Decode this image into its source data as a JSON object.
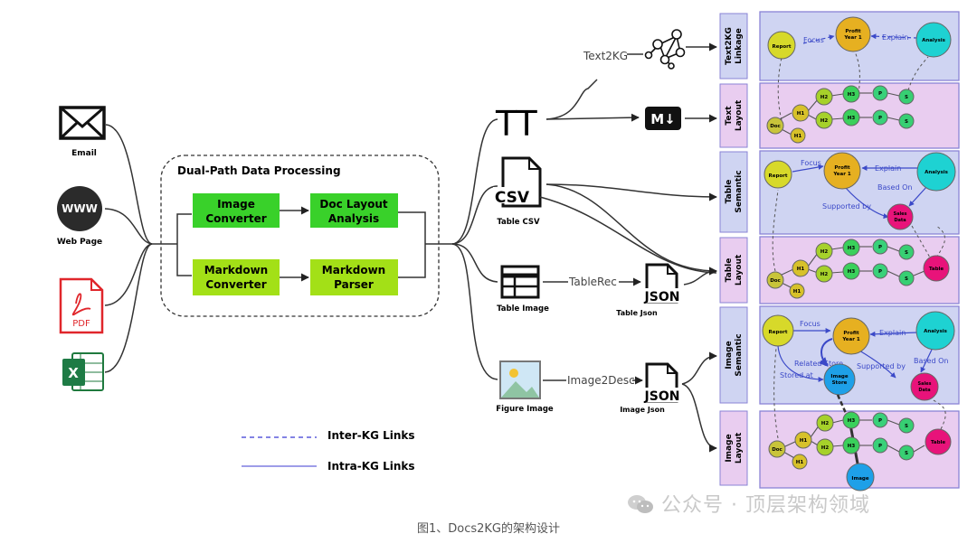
{
  "sources": [
    {
      "label": "Email",
      "icon": "envelope-icon"
    },
    {
      "label": "Web Page",
      "icon": "www-globe-icon",
      "icon_text": "WWW"
    },
    {
      "label": "",
      "icon": "pdf-file-icon",
      "icon_text": "PDF"
    },
    {
      "label": "",
      "icon": "excel-file-icon",
      "icon_text": "X"
    }
  ],
  "processing": {
    "title": "Dual-Path Data Processing",
    "box1": [
      "Image",
      "Converter"
    ],
    "box2": [
      "Doc Layout",
      "Analysis"
    ],
    "box3": [
      "Markdown",
      "Converter"
    ],
    "box4": [
      "Markdown",
      "Parser"
    ]
  },
  "outputs": {
    "text_icon": "TT",
    "table_csv_icon_text": "CSV",
    "table_csv_label": "Table CSV",
    "table_image_label": "Table Image",
    "figure_image_label": "Figure Image",
    "markdown_icon_text": "M↓"
  },
  "edges": {
    "text2kg": "Text2KG",
    "tablerec": "TableRec",
    "image2desc": "Image2Desc"
  },
  "json_outputs": {
    "table_json_text": "JSON",
    "table_json_label": "Table Json",
    "image_json_text": "JSON",
    "image_json_label": "Image Json"
  },
  "kg_rows": [
    {
      "tab": [
        "Text2KG",
        "Linkage"
      ]
    },
    {
      "tab": [
        "Text",
        "Layout"
      ]
    },
    {
      "tab": [
        "Table",
        "Semantic"
      ]
    },
    {
      "tab": [
        "Table",
        "Layout"
      ]
    },
    {
      "tab": [
        "Image",
        "Semantic"
      ]
    },
    {
      "tab": [
        "Image",
        "Layout"
      ]
    }
  ],
  "kg_nodes": {
    "report": "Report",
    "profit": [
      "Profit",
      "Year 1"
    ],
    "analysis": "Analysis",
    "sales": [
      "Sales",
      "Data"
    ],
    "image_store": [
      "Image",
      "Store"
    ],
    "doc": "Doc",
    "h1": "H1",
    "h2": "H2",
    "h3": "H3",
    "p": "P",
    "s": "S",
    "table": "Table",
    "image": "Image"
  },
  "kg_edges": {
    "focus": "Focus",
    "explain": "Explain",
    "based_on": "Based On",
    "supported_by": "Supported by",
    "related_store": "Related Store",
    "stored_at": "Stored at"
  },
  "legend": {
    "inter": "Inter-KG Links",
    "intra": "Intra-KG Links"
  },
  "caption": "图1、Docs2KG的架构设计",
  "watermark": "公众号 · 顶层架构领域",
  "colors": {
    "green_box": "#39d12a",
    "lime_box": "#a3e017",
    "semantic_panel": "#cfd4f2",
    "layout_panel": "#e9cdf0",
    "tab_semantic": "#cfd4f2",
    "tab_layout": "#e9cdf0",
    "panel_border": "#8a83d6",
    "node_report": "#d7d92a",
    "node_profit": "#e6b021",
    "node_analysis": "#1ed2d2",
    "node_sales": "#e8137a",
    "node_image": "#1ea0e8",
    "node_doc": "#c8c43a",
    "node_h1": "#d7c12a",
    "node_h2": "#a6d12a",
    "node_h3": "#3ad05b",
    "node_p": "#39d17a",
    "node_s": "#37cf73",
    "edge_blue": "#3b49c8"
  }
}
